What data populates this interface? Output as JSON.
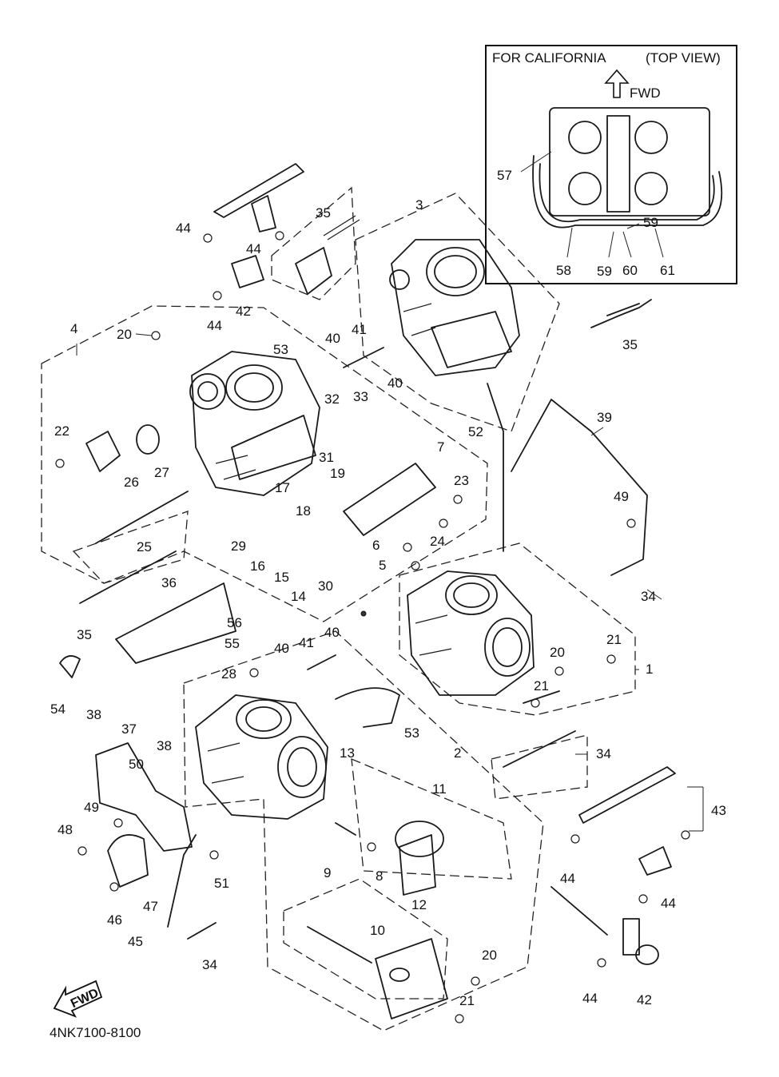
{
  "inset": {
    "title": "FOR CALIFORNIA",
    "view": "(TOP VIEW)",
    "direction": "FWD",
    "labels": [
      "57",
      "58",
      "59",
      "59",
      "60",
      "61"
    ]
  },
  "fwd_badge": "FWD",
  "footer_code": "4NK7100-8100",
  "callouts": {
    "c1": "1",
    "c2": "2",
    "c3": "3",
    "c4": "4",
    "c5": "5",
    "c6": "6",
    "c7": "7",
    "c8": "8",
    "c9": "9",
    "c10": "10",
    "c11": "11",
    "c12": "12",
    "c13": "13",
    "c14": "14",
    "c15": "15",
    "c16": "16",
    "c17": "17",
    "c18": "18",
    "c19": "19",
    "c20a": "20",
    "c20b": "20",
    "c20c": "20",
    "c21a": "21",
    "c21b": "21",
    "c21c": "21",
    "c22": "22",
    "c23": "23",
    "c24": "24",
    "c25": "25",
    "c26": "26",
    "c27": "27",
    "c28": "28",
    "c29": "29",
    "c30": "30",
    "c31": "31",
    "c32": "32",
    "c33": "33",
    "c34a": "34",
    "c34b": "34",
    "c34c": "34",
    "c35a": "35",
    "c35b": "35",
    "c35c": "35",
    "c36": "36",
    "c37": "37",
    "c38a": "38",
    "c38b": "38",
    "c39": "39",
    "c40a": "40",
    "c40b": "40",
    "c40c": "40",
    "c40d": "40",
    "c41a": "41",
    "c41b": "41",
    "c42a": "42",
    "c42b": "42",
    "c43": "43",
    "c44a": "44",
    "c44b": "44",
    "c44c": "44",
    "c44d": "44",
    "c44e": "44",
    "c44f": "44",
    "c45": "45",
    "c46": "46",
    "c47": "47",
    "c48": "48",
    "c49a": "49",
    "c49b": "49",
    "c50": "50",
    "c51": "51",
    "c52": "52",
    "c53a": "53",
    "c53b": "53",
    "c54": "54",
    "c55": "55",
    "c56": "56"
  }
}
